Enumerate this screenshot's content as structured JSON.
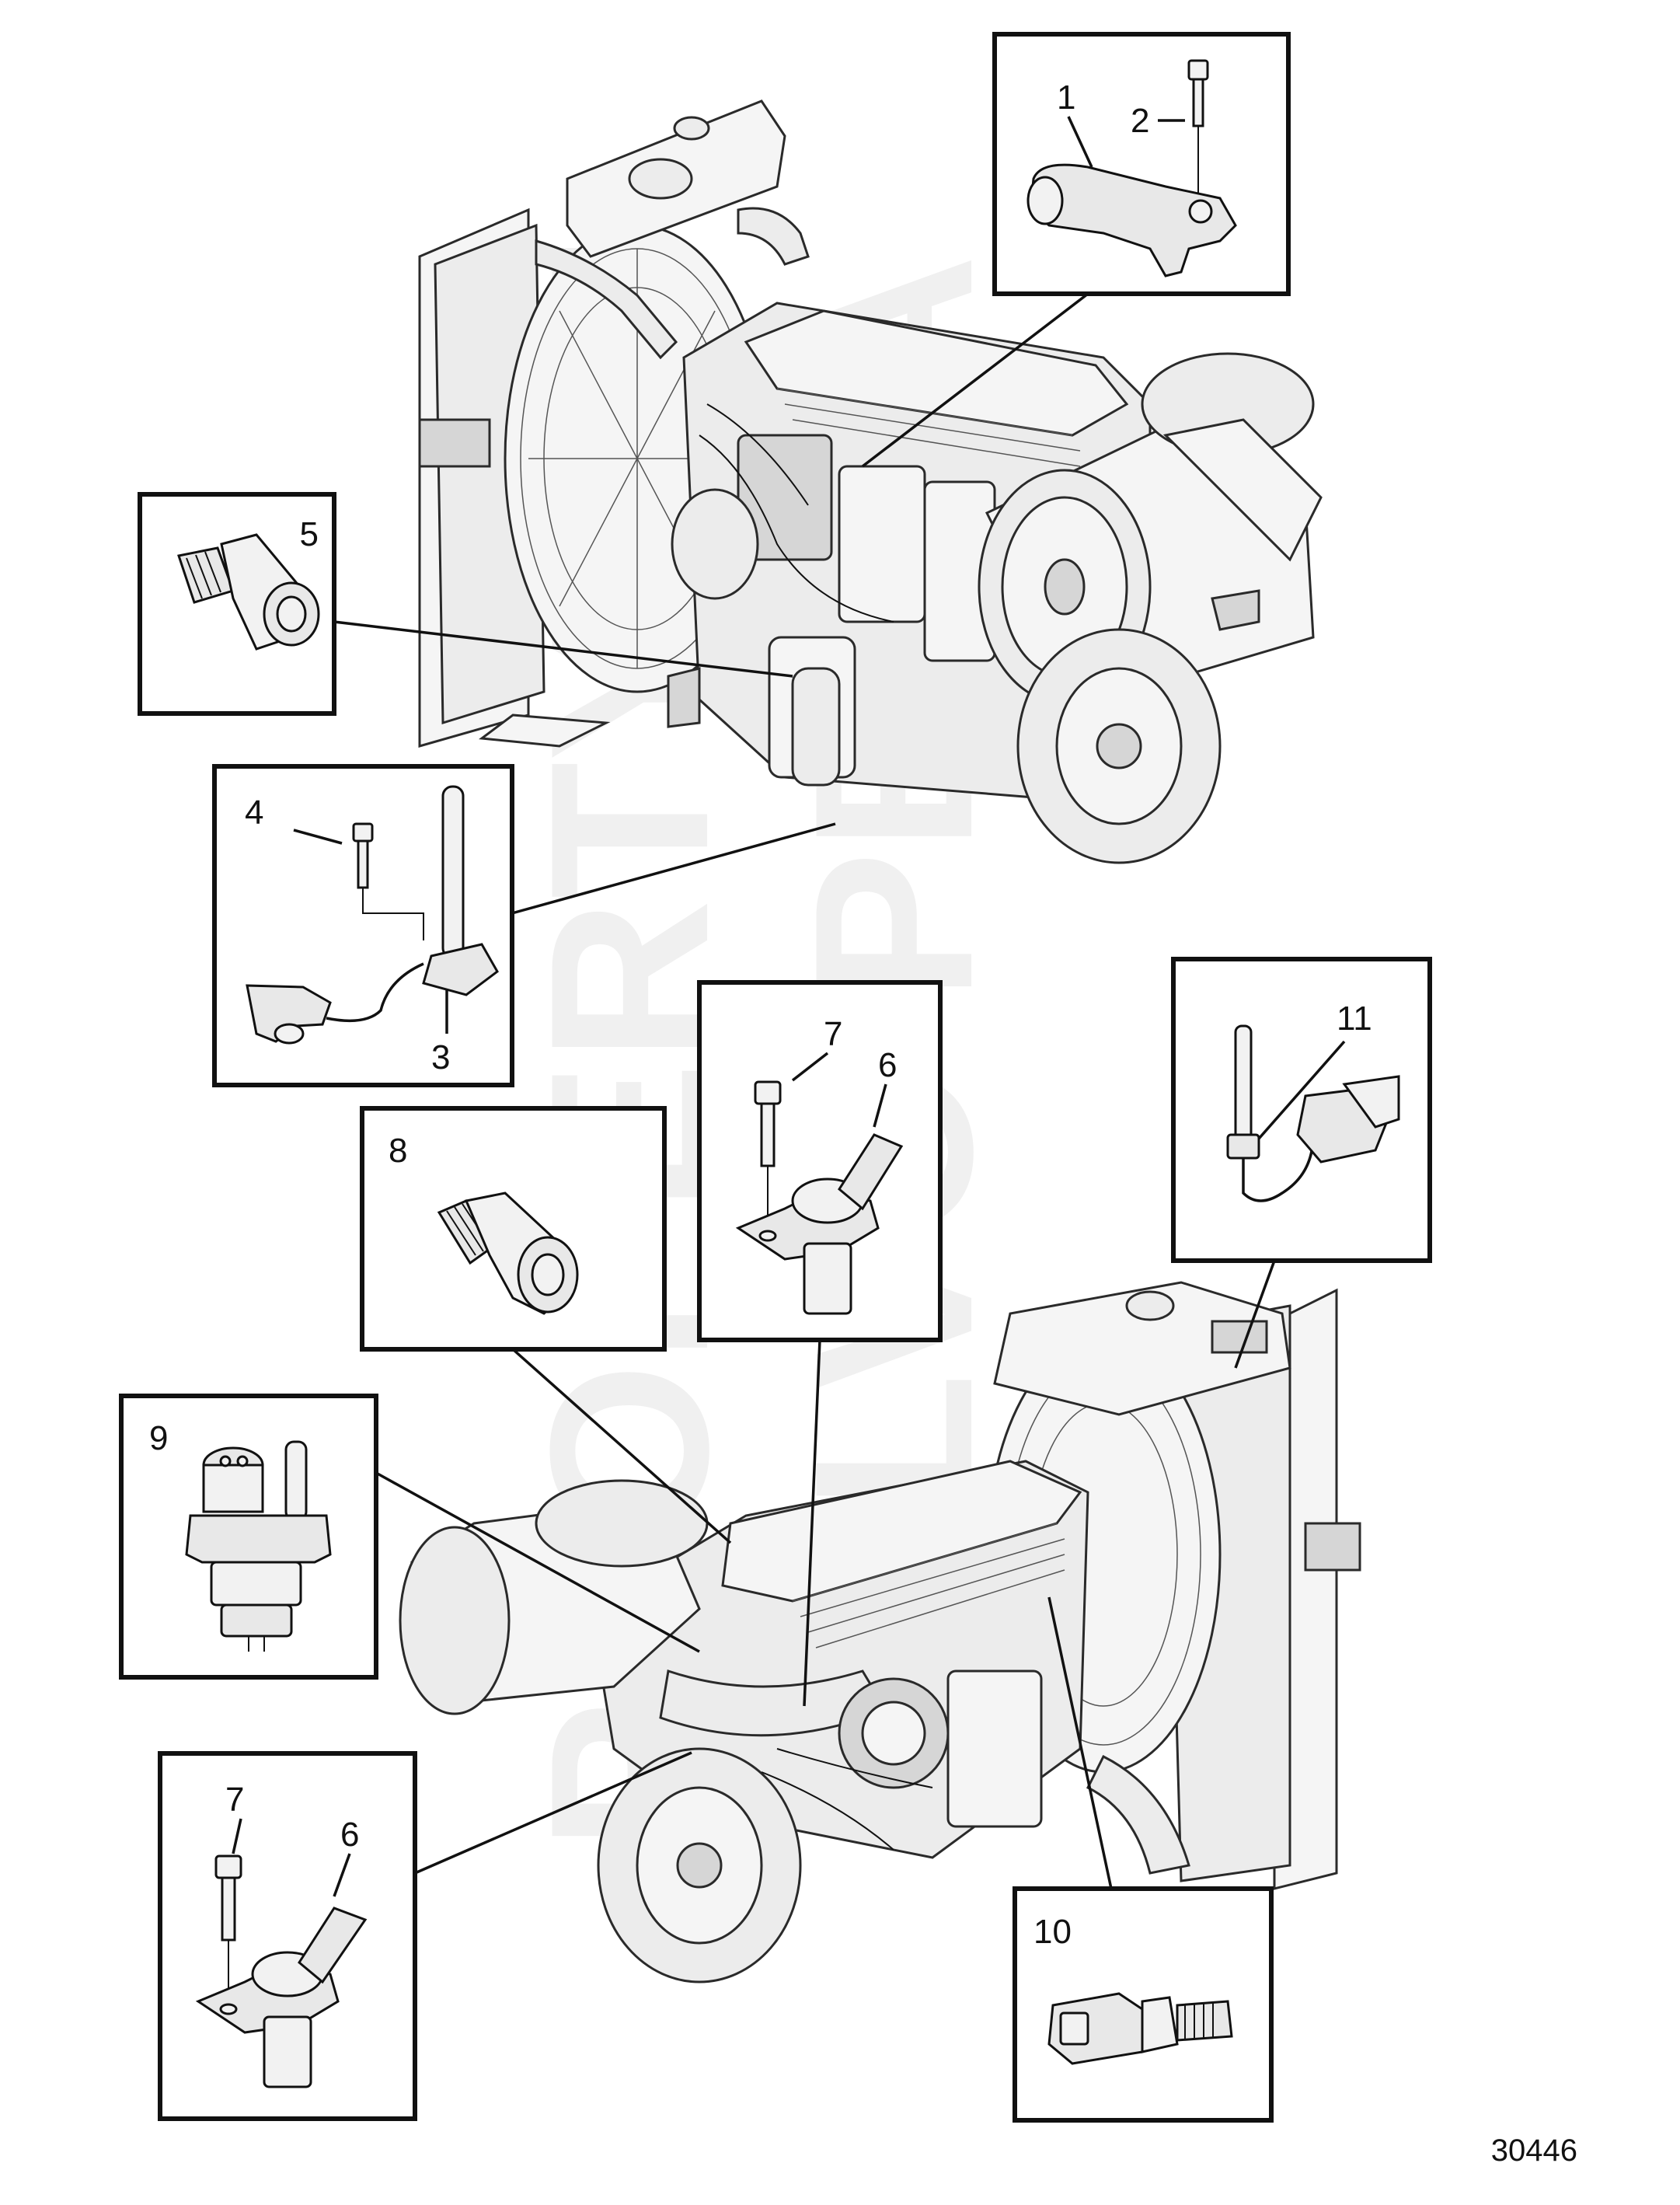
{
  "watermark": {
    "line1": "PROPERTY OF",
    "line2": "VOLVO PENTA"
  },
  "callouts": {
    "c1": "1",
    "c2": "2",
    "c3": "3",
    "c4": "4",
    "c5": "5",
    "c6a": "6",
    "c7a": "7",
    "c8": "8",
    "c9": "9",
    "c10": "10",
    "c11": "11",
    "c6b": "6",
    "c7b": "7"
  },
  "document_number": "30446"
}
